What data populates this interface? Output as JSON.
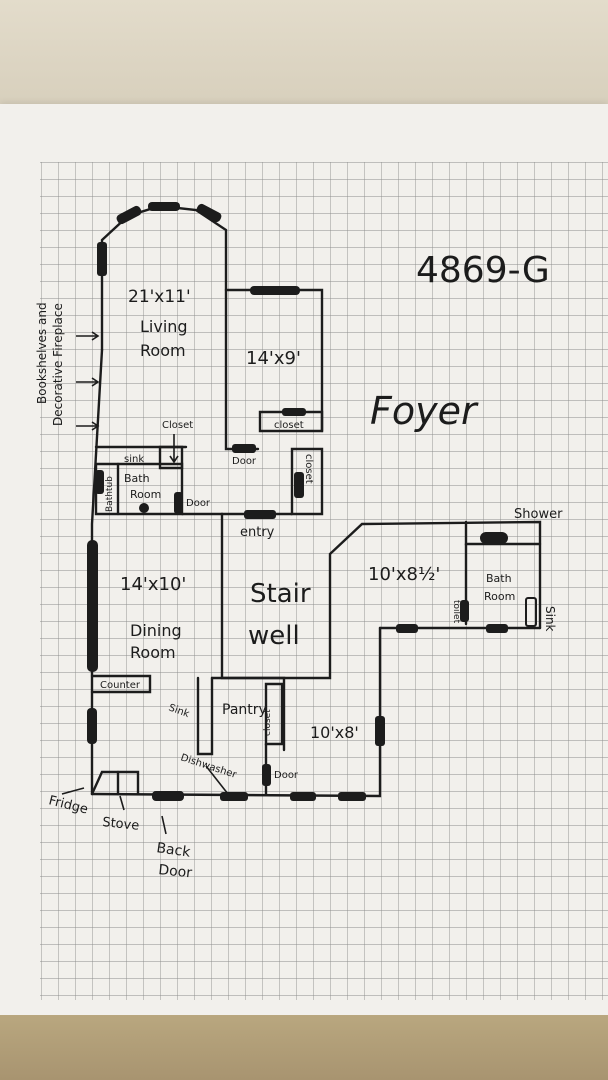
{
  "sheet_code": "4869-G",
  "foyer_label": "Foyer",
  "rooms": {
    "living": {
      "dims": "21'x11'",
      "name_line1": "Living",
      "name_line2": "Room"
    },
    "bedroom": {
      "dims": "14'x9'"
    },
    "dining": {
      "dims": "14'x10'",
      "name_line1": "Dining",
      "name_line2": "Room"
    },
    "stairwell": {
      "name_line1": "Stair",
      "name_line2": "well"
    },
    "right_room": {
      "dims": "10'x8½'"
    },
    "kitchen": {
      "dims": "10'x8'"
    },
    "pantry": {
      "name": "Pantry"
    },
    "bath_small": {
      "name_line1": "Bath",
      "name_line2": "Room"
    },
    "bath_right": {
      "name_line1": "Bath",
      "name_line2": "Room"
    }
  },
  "labels": {
    "bookshelves_line1": "Bookshelves and",
    "bookshelves_line2": "Decorative Fireplace",
    "closet_top": "Closet",
    "closet_box": "closet",
    "closet_vertical": "closet",
    "closet_pantry": "closet",
    "sink_small": "sink",
    "bathtub": "Bathtub",
    "door_bath": "Door",
    "door_bedroom": "Door",
    "entry": "entry",
    "counter": "Counter",
    "sink_kitchen": "Sink",
    "dishwasher": "Dishwasher",
    "door_kitchen": "Door",
    "fridge": "Fridge",
    "stove": "Stove",
    "back_door_line1": "Back",
    "back_door_line2": "Door",
    "shower": "Shower",
    "sink_right": "Sink",
    "toilet_right": "toilet"
  }
}
